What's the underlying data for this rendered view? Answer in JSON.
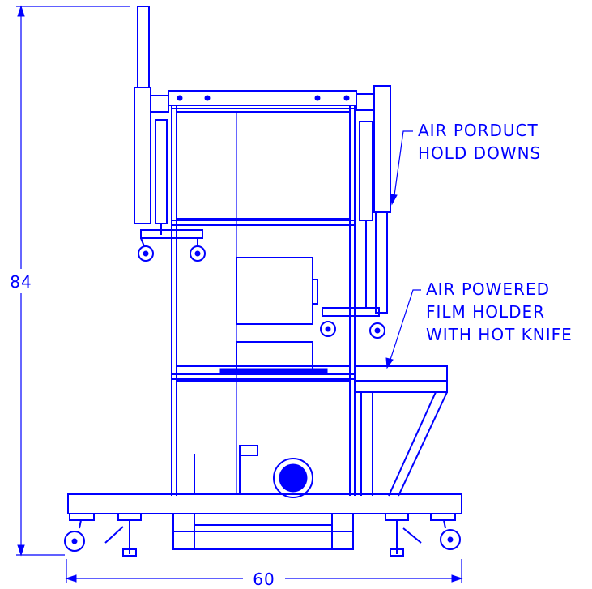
{
  "dimensions": {
    "height": "84",
    "width": "60"
  },
  "callouts": {
    "hold_downs": [
      "AIR PORDUCT",
      "HOLD DOWNS"
    ],
    "film_holder": [
      "AIR POWERED",
      "FILM HOLDER",
      "WITH HOT KNIFE"
    ]
  },
  "colors": {
    "line": "#0000ff",
    "background": "#ffffff"
  }
}
